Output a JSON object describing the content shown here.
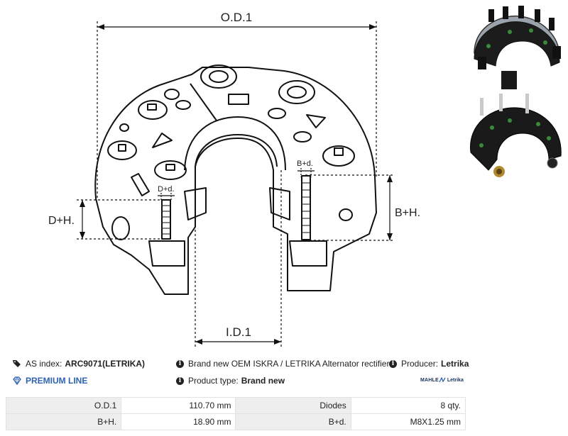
{
  "drawing": {
    "labels": {
      "od": "O.D.1",
      "id": "I.D.1",
      "dh": "D+H.",
      "bh": "B+H.",
      "dd": "D+d.",
      "bd": "B+d."
    }
  },
  "photos": [
    {
      "name": "rectifier-photo-top"
    },
    {
      "name": "rectifier-photo-bottom"
    }
  ],
  "info": {
    "as_index_label": "AS index:",
    "as_index_value": "ARC9071(LETRIKA)",
    "description": "Brand new OEM ISKRA / LETRIKA Alternator rectifier",
    "producer_label": "Producer:",
    "producer_value": "Letrika",
    "premium": "PREMIUM LINE",
    "product_type_label": "Product type:",
    "product_type_value": "Brand new",
    "brand_logo_mahle": "MAHLE",
    "brand_logo_letrika": "Letrika"
  },
  "specs": [
    {
      "label": "O.D.1",
      "value": "110.70 mm",
      "label2": "Diodes",
      "value2": "8 qty."
    },
    {
      "label": "B+H.",
      "value": "18.90 mm",
      "label2": "B+d.",
      "value2": "M8X1.25 mm"
    }
  ],
  "colors": {
    "accent": "#2e63b4",
    "table_header": "#eeeeee"
  }
}
